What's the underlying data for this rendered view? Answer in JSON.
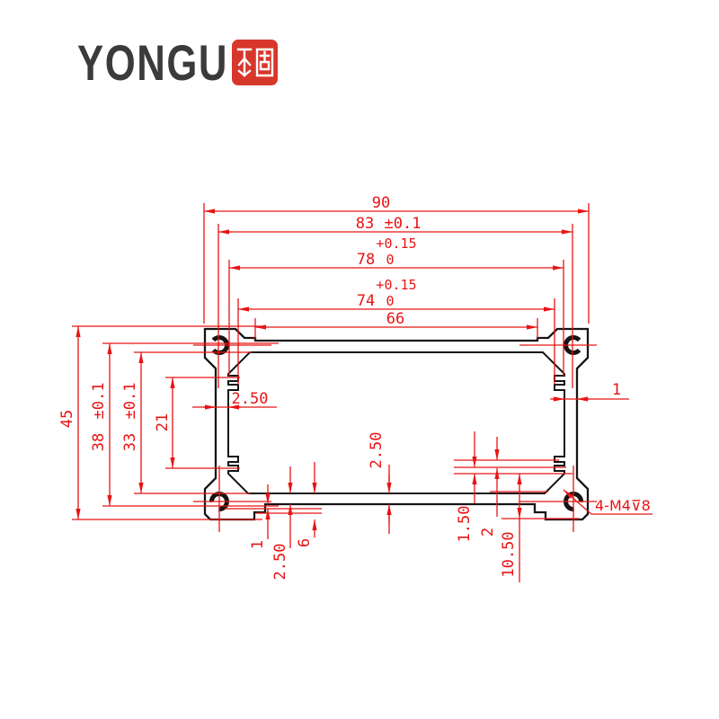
{
  "logo": {
    "brand": "YONGU",
    "seal_text": "永固"
  },
  "dims": {
    "top": [
      {
        "v": "90"
      },
      {
        "v": "83",
        "tol": "±0.1"
      },
      {
        "v": "78",
        "tolU": "+0.15",
        "tolL": "0"
      },
      {
        "v": "74",
        "tolU": "+0.15",
        "tolL": "0"
      },
      {
        "v": "66"
      }
    ],
    "left": [
      {
        "v": "45"
      },
      {
        "v": "38",
        "tol": "±0.1"
      },
      {
        "v": "33",
        "tol": "±0.1"
      },
      {
        "v": "21"
      }
    ],
    "thickness": {
      "left_wall": "2.50",
      "right_wall": "1",
      "bottom_wall": "2.50"
    },
    "bottom_left": [
      "1",
      "2.50",
      "6"
    ],
    "bottom_right": [
      "1.50",
      "2",
      "10.50"
    ],
    "callout": "4-M4⊽8"
  },
  "colors": {
    "dimension_red": "#e81414",
    "outline_black": "#151515",
    "seal_red": "#d7372b",
    "brand_gray": "#3b3b3d"
  }
}
